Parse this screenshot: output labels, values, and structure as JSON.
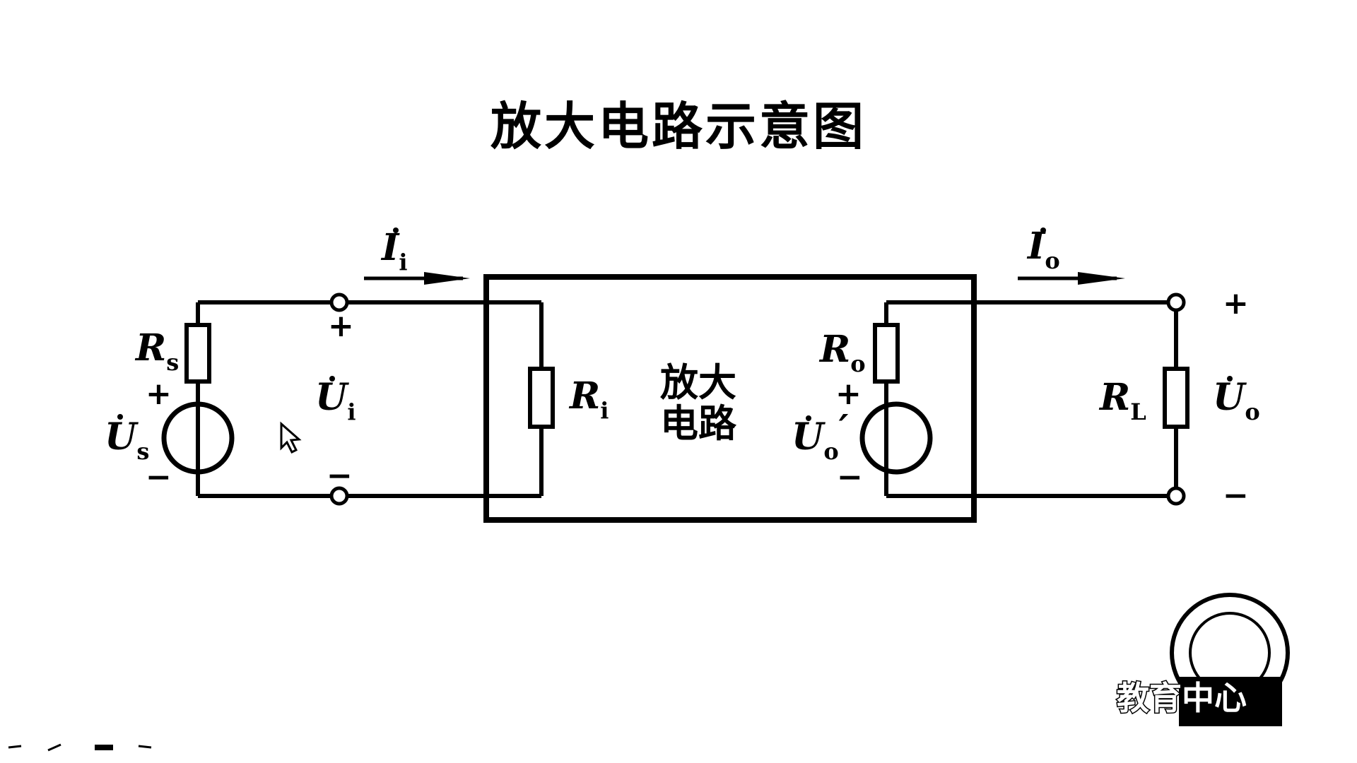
{
  "title": "放大电路示意图",
  "block_label_line1": "放大",
  "block_label_line2": "电路",
  "labels": {
    "Rs": {
      "main": "R",
      "sub": "s"
    },
    "Us": {
      "main": "U",
      "sub": "s"
    },
    "Ui": {
      "main": "U",
      "sub": "i"
    },
    "Ii": {
      "main": "I",
      "sub": "i"
    },
    "Ri": {
      "main": "R",
      "sub": "i"
    },
    "Ro": {
      "main": "R",
      "sub": "o"
    },
    "Uo_prime": {
      "main": "U",
      "sub": "o",
      "prime": "′"
    },
    "Io": {
      "main": "I",
      "sub": "o"
    },
    "RL": {
      "main": "R",
      "sub": "L"
    },
    "Uo": {
      "main": "U",
      "sub": "o"
    }
  },
  "signs": {
    "plus": "+",
    "minus": "−"
  },
  "watermark": {
    "text": "教育中心"
  },
  "colors": {
    "ink": "#000000",
    "background": "#ffffff"
  }
}
